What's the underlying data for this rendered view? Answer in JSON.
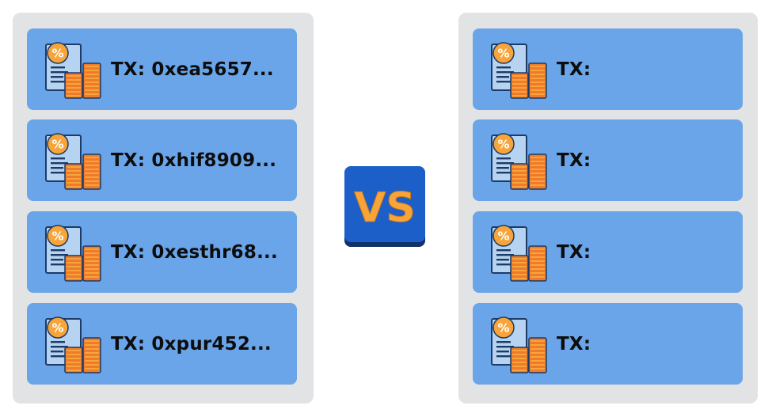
{
  "left_panel": {
    "cards": [
      {
        "label": "TX: 0xea5657..."
      },
      {
        "label": "TX: 0xhif8909..."
      },
      {
        "label": "TX: 0xesthr68..."
      },
      {
        "label": "TX: 0xpur452..."
      }
    ]
  },
  "right_panel": {
    "cards": [
      {
        "label": "TX:"
      },
      {
        "label": "TX:"
      },
      {
        "label": "TX:"
      },
      {
        "label": "TX:"
      }
    ]
  },
  "vs_badge": {
    "label": "VS"
  },
  "colors": {
    "panel": "#e2e3e5",
    "card": "#6aa5e9",
    "badge": "#1c5fc8",
    "accent": "#f7a53a",
    "coin": "#f07a2b"
  },
  "icons": {
    "card_icon": "tax-document-coins-icon"
  }
}
